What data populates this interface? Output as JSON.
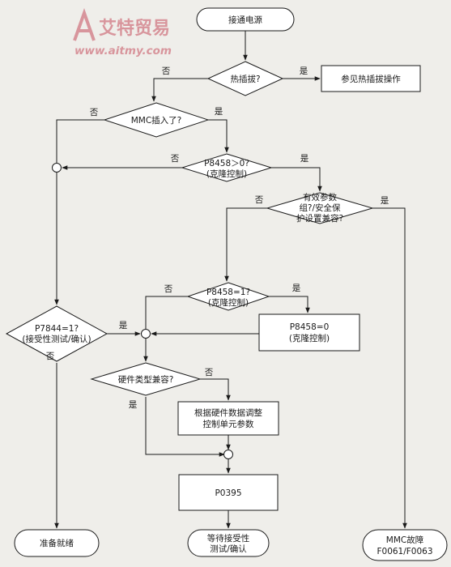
{
  "watermark": {
    "letter": "A",
    "text": "艾特贸易",
    "url": "www.aitmy.com",
    "color": "#d8959c"
  },
  "flowchart": {
    "start": "接通电源",
    "hot_plug_q": "热插拔?",
    "hot_plug_action": "参见热插拔操作",
    "mmc_q": "MMC插入了?",
    "p8458_gt0_q": [
      "P8458＞0?",
      "(克隆控制)"
    ],
    "valid_param_q": [
      "有效参数",
      "组?/安全保",
      "护设置兼容?"
    ],
    "p8458_eq1_q": [
      "P8458=1?",
      "(克隆控制)"
    ],
    "p8458_set0": [
      "P8458=0",
      "(克隆控制)"
    ],
    "p7844_q": [
      "P7844=1?",
      "(接受性测试/确认)"
    ],
    "hw_compat_q": "硬件类型兼容?",
    "adjust_params": [
      "根据硬件数据调整",
      "控制单元参数"
    ],
    "p0395": "P0395",
    "ready": "准备就绪",
    "await_test": [
      "等待接受性",
      "测试/确认"
    ],
    "mmc_fault": [
      "MMC故障",
      "F0061/F0063"
    ]
  },
  "labels": {
    "yes": "是",
    "no": "否"
  },
  "colors": {
    "line": "#1a1a1a",
    "fill": "#ffffff"
  }
}
